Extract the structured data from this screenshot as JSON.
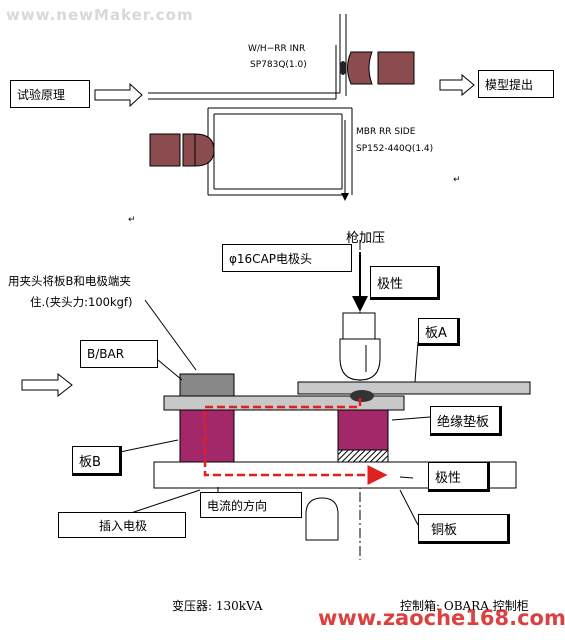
{
  "watermark_top": "www.newMaker.com",
  "watermark_bottom": "www.zaoche168.com",
  "upper": {
    "test_principle": "试验原理",
    "model_proposal": "模型提出",
    "wh_line1": "W/H−RR INR",
    "wh_line2": "SP783Q(1.0)",
    "mbr_line1": "MBR RR SIDE",
    "mbr_line2": "SP152-440Q(1.4)"
  },
  "lower": {
    "gun_pressure": "枪加压",
    "electrode_cap": "φ16CAP电极头",
    "polarity_pos": "极性",
    "clamp_line1": "用夹头将板B和电极端夹",
    "clamp_line2": "住.(夹头力:100kgf)",
    "b_bar": "B/BAR",
    "plate_a": "板A",
    "insulation_pad": "绝缘垫板",
    "plate_b": "板B",
    "polarity_neg": "极性",
    "current_direction": "电流的方向",
    "insert_electrode": "插入电极",
    "copper_plate": "铜板",
    "transformer": "变压器: 130kVA",
    "controller": "控制箱: OBARA 控制柜"
  },
  "colors": {
    "electrode_body": "#8b4c4f",
    "block_magenta": "#a3286a",
    "current_arrow": "#e02020",
    "watermark_red": "#d62020"
  }
}
